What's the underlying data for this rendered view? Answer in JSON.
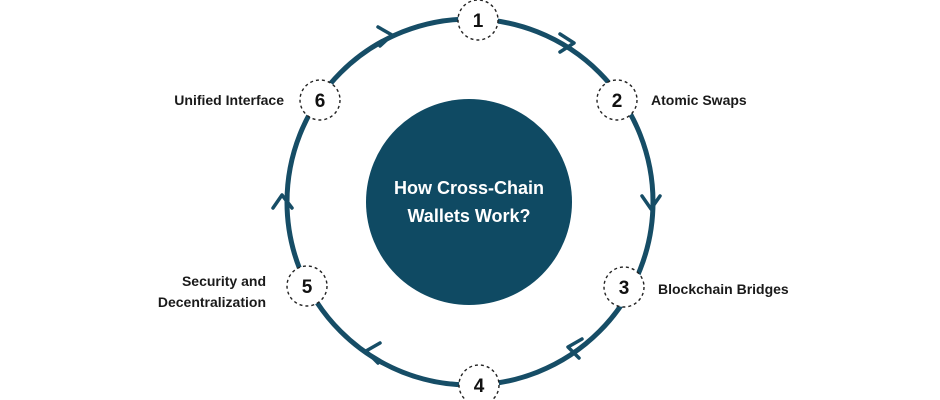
{
  "colors": {
    "ring": "#164d66",
    "center_fill": "#0f4a63",
    "center_text": "#ffffff",
    "node_border": "#222222",
    "label_text": "#1a1a1a"
  },
  "center": {
    "line1": "How Cross-Chain",
    "line2": "Wallets Work?"
  },
  "steps": [
    {
      "number": "1",
      "label_lines": []
    },
    {
      "number": "2",
      "label_lines": [
        "Atomic Swaps"
      ]
    },
    {
      "number": "3",
      "label_lines": [
        "Blockchain Bridges"
      ]
    },
    {
      "number": "4",
      "label_lines": []
    },
    {
      "number": "5",
      "label_lines": [
        "Security and",
        "Decentralization"
      ]
    },
    {
      "number": "6",
      "label_lines": [
        "Unified Interface"
      ]
    }
  ]
}
